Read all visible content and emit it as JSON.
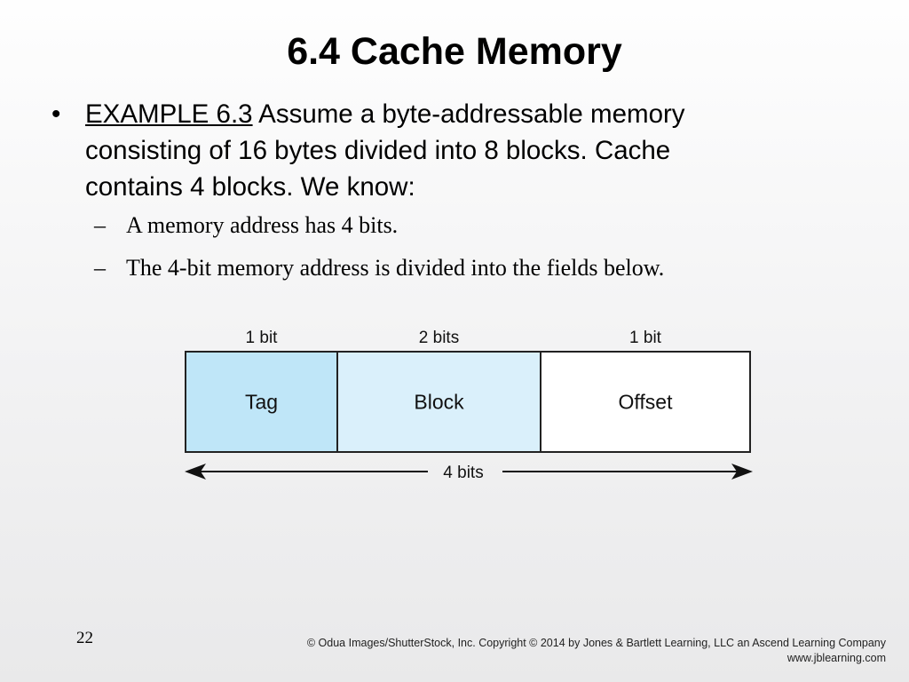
{
  "title": "6.4 Cache Memory",
  "bullet": {
    "marker": "•",
    "example_label": "EXAMPLE 6.3",
    "lines": [
      " Assume a byte-addressable memory",
      "consisting of 16 bytes divided into 8 blocks.  Cache",
      "contains 4 blocks. We know:"
    ]
  },
  "sub_bullets": {
    "marker": "–",
    "items": [
      "A memory address has 4 bits.",
      "The 4-bit memory address is divided into the fields below."
    ]
  },
  "diagram": {
    "fields": [
      {
        "name": "Tag",
        "bits_label": "1 bit",
        "bits": 1,
        "color": "#bfe6f8"
      },
      {
        "name": "Block",
        "bits_label": "2 bits",
        "bits": 2,
        "color": "#daf0fb"
      },
      {
        "name": "Offset",
        "bits_label": "1 bit",
        "bits": 1,
        "color": "#ffffff"
      }
    ],
    "total_label": "4 bits"
  },
  "footer": {
    "page_number": "22",
    "copyright_line1": "© Odua Images/ShutterStock, Inc. Copyright © 2014 by Jones & Bartlett Learning, LLC an Ascend Learning Company",
    "copyright_line2": "www.jblearning.com"
  }
}
